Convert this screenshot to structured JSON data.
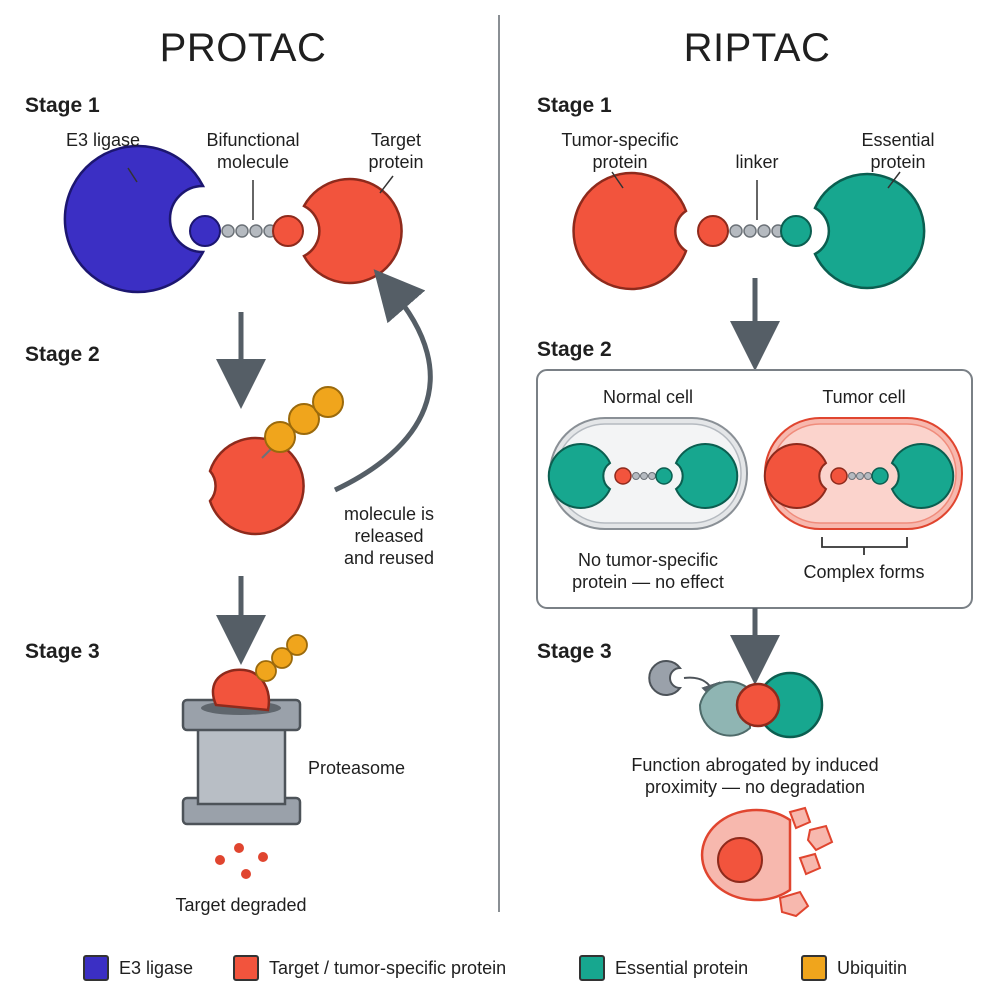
{
  "colors": {
    "e3": "#3b2fc4",
    "target": "#f2543d",
    "essential": "#17a78f",
    "ubiquitin": "#f0a51c",
    "arrow": "#555e66",
    "proteasome": "#9aa1aa"
  },
  "left": {
    "title": "PROTAC",
    "stage1": {
      "label": "Stage 1",
      "e3_label": "E3 ligase",
      "bifunctional_label": [
        "Bifunctional",
        "molecule"
      ],
      "target_label": [
        "Target",
        "protein"
      ]
    },
    "stage2": {
      "label": "Stage 2",
      "recycle_label": [
        "molecule is",
        "released",
        "and reused"
      ]
    },
    "stage3": {
      "label": "Stage 3",
      "proteasome_label": "Proteasome",
      "degraded_label": "Target degraded"
    }
  },
  "right": {
    "title": "RIPTAC",
    "stage1": {
      "label": "Stage 1",
      "tumor_label": [
        "Tumor-specific",
        "protein"
      ],
      "linker_label": "linker",
      "essential_label": [
        "Essential",
        "protein"
      ]
    },
    "stage2": {
      "label": "Stage 2",
      "normal_cell": "Normal cell",
      "tumor_cell": "Tumor cell",
      "normal_note": [
        "No tumor-specific",
        "protein — no effect"
      ],
      "tumor_note": "Complex forms"
    },
    "stage3": {
      "label": "Stage 3",
      "result": [
        "Function abrogated by induced",
        "proximity — no degradation"
      ]
    }
  },
  "legend": [
    {
      "label": "E3 ligase",
      "color_key": "e3"
    },
    {
      "label": "Target / tumor-specific protein",
      "color_key": "target"
    },
    {
      "label": "Essential protein",
      "color_key": "essential"
    },
    {
      "label": "Ubiquitin",
      "color_key": "ubiquitin"
    }
  ]
}
